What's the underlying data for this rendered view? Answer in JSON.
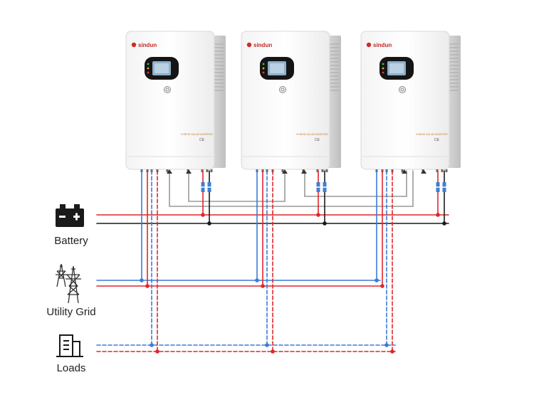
{
  "inverters": [
    {
      "brand": "sindun",
      "model_text": "HYBRID SOLAR INVERTER",
      "cert_text": "CE"
    },
    {
      "brand": "sindun",
      "model_text": "HYBRID SOLAR INVERTER",
      "cert_text": "CE"
    },
    {
      "brand": "sindun",
      "model_text": "HYBRID SOLAR INVERTER",
      "cert_text": "CE"
    }
  ],
  "legend": {
    "battery": "Battery",
    "grid": "Utility Grid",
    "loads": "Loads"
  },
  "colors": {
    "red": "#e0262b",
    "blue": "#3a7bd5",
    "black": "#1a1a1a",
    "gray": "#9a9a9a",
    "accent": "#d02a2a"
  }
}
